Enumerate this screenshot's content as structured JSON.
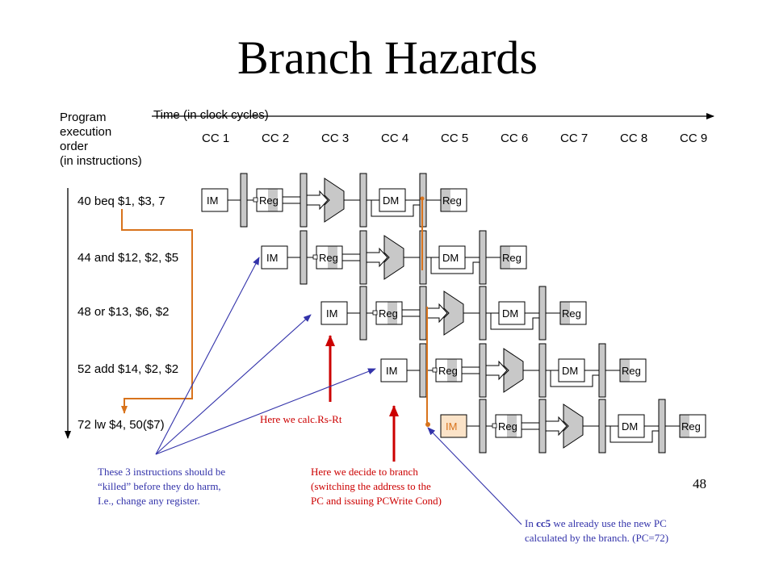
{
  "title": "Branch Hazards",
  "program_order_label": [
    "Program",
    "execution",
    "order",
    "(in instructions)"
  ],
  "time_label": "Time (in clock cycles)",
  "clock_cycles": [
    "CC 1",
    "CC 2",
    "CC 3",
    "CC 4",
    "CC 5",
    "CC 6",
    "CC 7",
    "CC 8",
    "CC 9"
  ],
  "instructions": [
    "40 beq $1, $3, 7",
    "44 and $12, $2, $5",
    "48 or $13, $6, $2",
    "52 add $14, $2, $2",
    "72 lw $4, 50($7)"
  ],
  "stage_labels": {
    "im": "IM",
    "reg": "Reg",
    "dm": "DM"
  },
  "annotations": {
    "calc": "Here we calc.Rs-Rt",
    "decide": [
      "Here we decide to branch",
      "(switching the address to the",
      "PC and issuing PCWrite Cond)"
    ],
    "killed": [
      "These 3 instructions should be",
      "“killed” before they do harm,",
      "I.e., change any register."
    ],
    "cc5_prefix": "In ",
    "cc5_bold": "cc5",
    "cc5_rest": " we already use the new PC",
    "cc5_line2": "calculated by the branch. (PC=72)"
  },
  "page_number": "48",
  "colors": {
    "orange": "#d8731c",
    "red": "#cc0000",
    "blue": "#3333aa",
    "gray": "#c8c8c8",
    "highlight_im": "#fbe3c8"
  }
}
